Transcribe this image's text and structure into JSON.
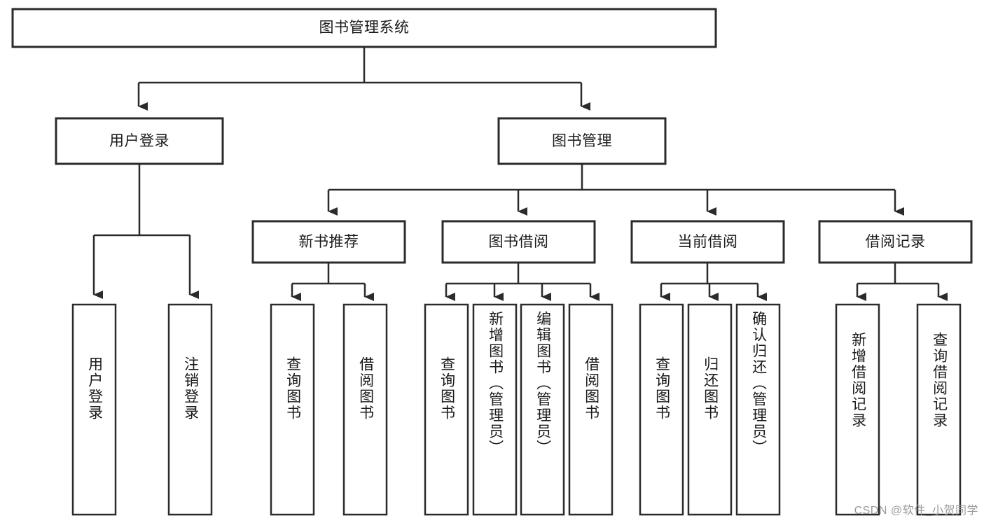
{
  "diagram": {
    "title": "图书管理系统",
    "type": "tree",
    "watermark": "CSDN @软件_小贺同学",
    "colors": {
      "stroke": "#2b2b2b",
      "fill": "#ffffff",
      "text": "#1a1a1a",
      "watermark": "#9a9a9a"
    },
    "nodes": {
      "root": {
        "label": "图书管理系统",
        "orientation": "horizontal"
      },
      "l2": [
        {
          "id": "user-login",
          "label": "用户登录",
          "orientation": "horizontal"
        },
        {
          "id": "book-management",
          "label": "图书管理",
          "orientation": "horizontal"
        }
      ],
      "l3": [
        {
          "id": "new-book-recommend",
          "label": "新书推荐",
          "orientation": "horizontal"
        },
        {
          "id": "book-borrow",
          "label": "图书借阅",
          "orientation": "horizontal"
        },
        {
          "id": "current-borrow",
          "label": "当前借阅",
          "orientation": "horizontal"
        },
        {
          "id": "borrow-record",
          "label": "借阅记录",
          "orientation": "horizontal"
        }
      ],
      "leaves": [
        {
          "id": "leaf-user-login",
          "label": "用户登录",
          "parent": "user-login",
          "orientation": "vertical"
        },
        {
          "id": "leaf-user-logout",
          "label": "注销登录",
          "parent": "user-login",
          "orientation": "vertical"
        },
        {
          "id": "leaf-query-book-1",
          "label": "查询图书",
          "parent": "new-book-recommend",
          "orientation": "vertical"
        },
        {
          "id": "leaf-borrow-book-1",
          "label": "借阅图书",
          "parent": "new-book-recommend",
          "orientation": "vertical"
        },
        {
          "id": "leaf-query-book-2",
          "label": "查询图书",
          "parent": "book-borrow",
          "orientation": "vertical"
        },
        {
          "id": "leaf-add-book",
          "label": "新增图书（管理员）",
          "parent": "book-borrow",
          "orientation": "vertical"
        },
        {
          "id": "leaf-edit-book",
          "label": "编辑图书（管理员）",
          "parent": "book-borrow",
          "orientation": "vertical"
        },
        {
          "id": "leaf-borrow-book-2",
          "label": "借阅图书",
          "parent": "book-borrow",
          "orientation": "vertical"
        },
        {
          "id": "leaf-query-book-3",
          "label": "查询图书",
          "parent": "current-borrow",
          "orientation": "vertical"
        },
        {
          "id": "leaf-return-book",
          "label": "归还图书",
          "parent": "current-borrow",
          "orientation": "vertical"
        },
        {
          "id": "leaf-confirm-return",
          "label": "确认归还（管理员）",
          "parent": "current-borrow",
          "orientation": "vertical"
        },
        {
          "id": "leaf-add-record",
          "label": "新增借阅记录",
          "parent": "borrow-record",
          "orientation": "vertical"
        },
        {
          "id": "leaf-query-record",
          "label": "查询借阅记录",
          "parent": "borrow-record",
          "orientation": "vertical"
        }
      ]
    }
  }
}
